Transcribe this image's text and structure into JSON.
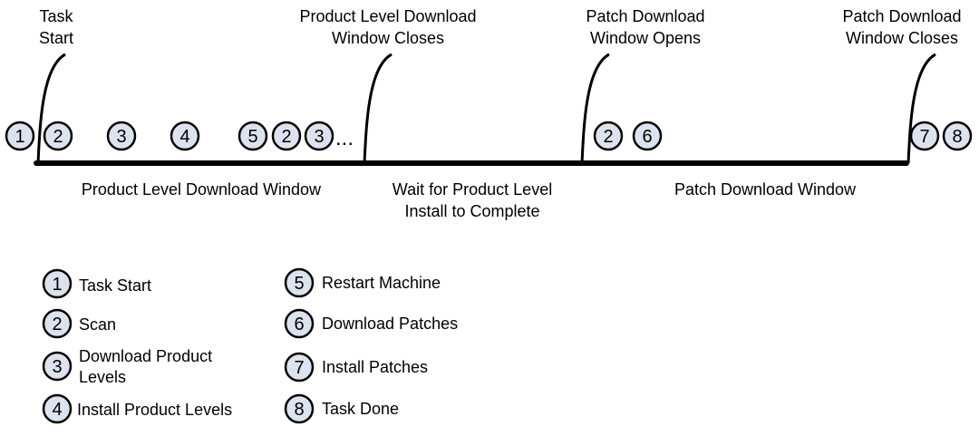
{
  "colors": {
    "line": "#000000",
    "marker_fill": "#dde3ee",
    "text": "#000000",
    "background": "#ffffff"
  },
  "milestones": [
    {
      "id": "task-start",
      "lines": [
        "Task",
        "Start"
      ]
    },
    {
      "id": "product-window-closes",
      "lines": [
        "Product Level Download",
        "Window Closes"
      ]
    },
    {
      "id": "patch-window-opens",
      "lines": [
        "Patch Download",
        "Window Opens"
      ]
    },
    {
      "id": "patch-window-closes",
      "lines": [
        "Patch Download",
        "Window Closes"
      ]
    }
  ],
  "timeline_markers": [
    "1",
    "2",
    "3",
    "4",
    "5",
    "2",
    "3",
    "2",
    "6",
    "7",
    "8"
  ],
  "ellipsis": "...",
  "phases": [
    {
      "id": "product-level-download-window",
      "lines": [
        "Product Level Download Window"
      ]
    },
    {
      "id": "wait-for-install",
      "lines": [
        "Wait for Product Level",
        "Install to Complete"
      ]
    },
    {
      "id": "patch-download-window",
      "lines": [
        "Patch Download Window"
      ]
    }
  ],
  "legend": [
    {
      "number": "1",
      "lines": [
        "Task Start"
      ]
    },
    {
      "number": "2",
      "lines": [
        "Scan"
      ]
    },
    {
      "number": "3",
      "lines": [
        "Download Product",
        "Levels"
      ]
    },
    {
      "number": "4",
      "lines": [
        "Install Product Levels"
      ]
    },
    {
      "number": "5",
      "lines": [
        "Restart Machine"
      ]
    },
    {
      "number": "6",
      "lines": [
        "Download Patches"
      ]
    },
    {
      "number": "7",
      "lines": [
        "Install Patches"
      ]
    },
    {
      "number": "8",
      "lines": [
        "Task Done"
      ]
    }
  ]
}
